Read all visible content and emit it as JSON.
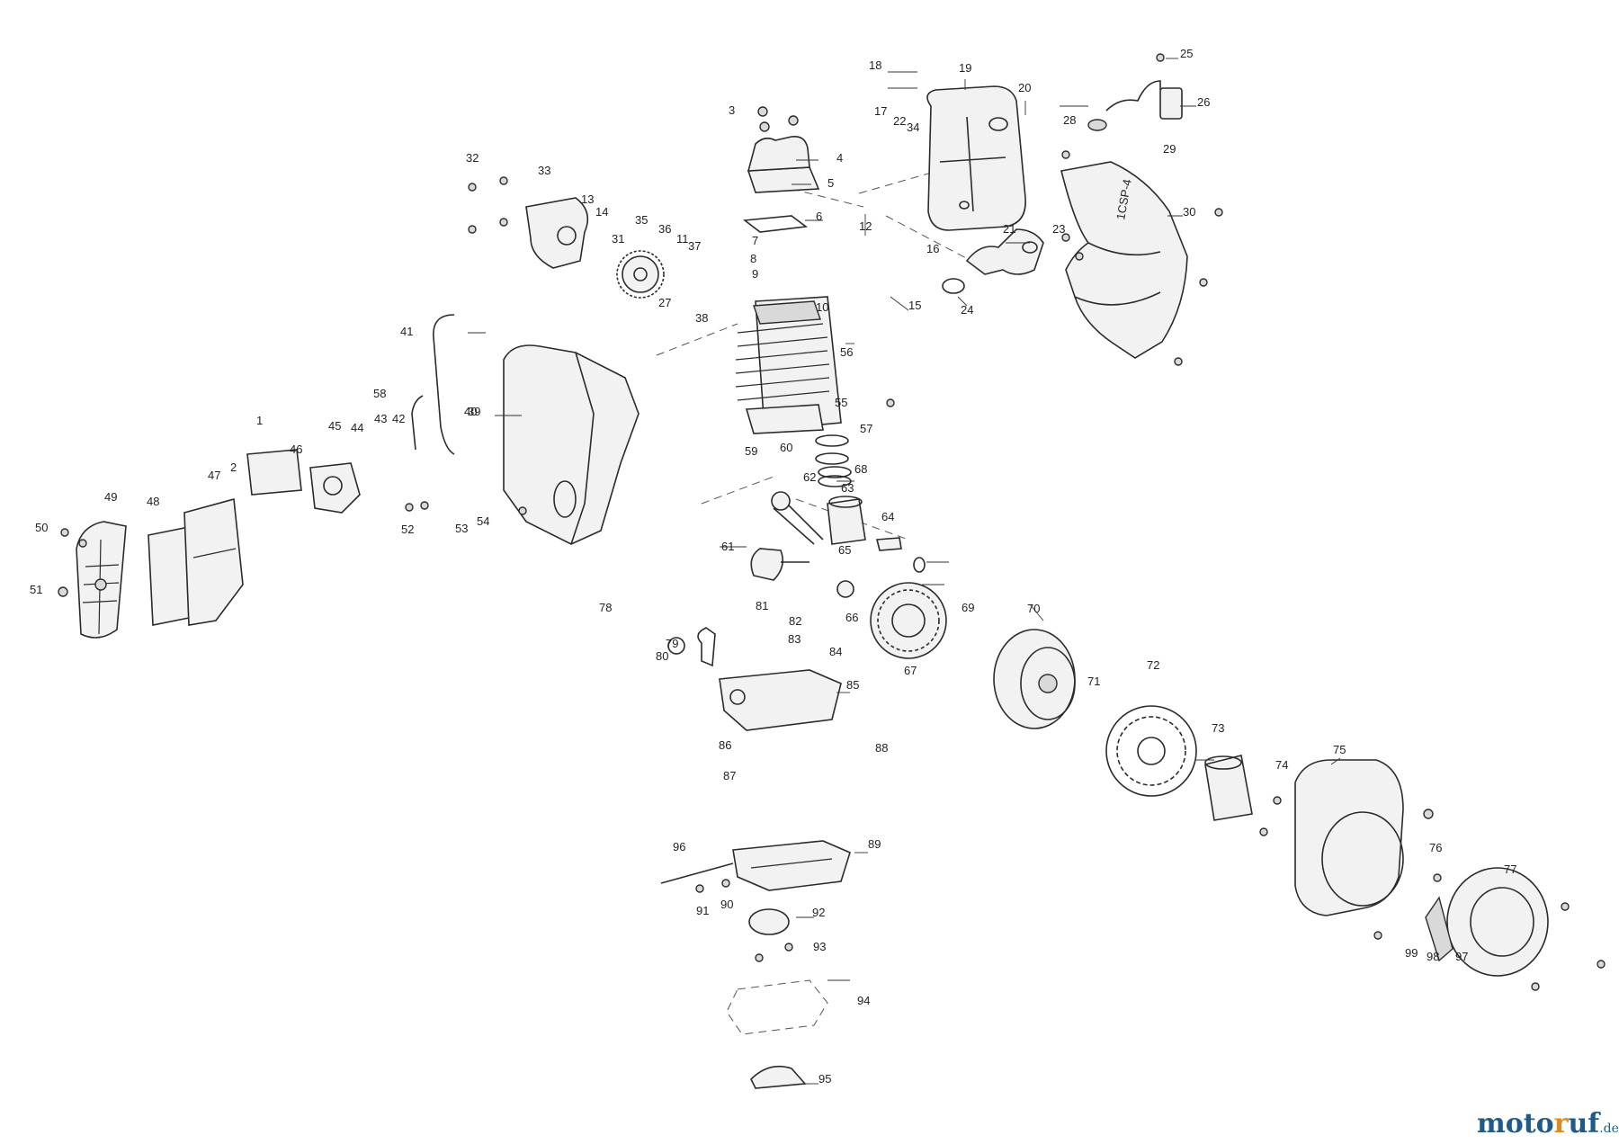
{
  "diagram": {
    "callouts": [
      "1",
      "2",
      "3",
      "4",
      "5",
      "6",
      "7",
      "8",
      "9",
      "10",
      "11",
      "12",
      "13",
      "14",
      "15",
      "16",
      "17",
      "18",
      "19",
      "20",
      "21",
      "22",
      "23",
      "24",
      "25",
      "26",
      "27",
      "28",
      "29",
      "30",
      "31",
      "32",
      "33",
      "34",
      "35",
      "36",
      "37",
      "38",
      "39",
      "40",
      "41",
      "42",
      "43",
      "44",
      "45",
      "46",
      "47",
      "48",
      "49",
      "50",
      "51",
      "52",
      "53",
      "54",
      "55",
      "56",
      "57",
      "58",
      "59",
      "60",
      "61",
      "62",
      "63",
      "64",
      "65",
      "66",
      "67",
      "68",
      "69",
      "70",
      "71",
      "72",
      "73",
      "74",
      "75",
      "76",
      "77",
      "78",
      "79",
      "80",
      "81",
      "82",
      "83",
      "84",
      "85",
      "86",
      "87",
      "88",
      "89",
      "90",
      "91",
      "92",
      "93",
      "94",
      "95",
      "96",
      "97",
      "98",
      "99"
    ],
    "nameplate_text": "1CSP-4"
  },
  "watermark": {
    "part_a": "moto",
    "part_b": "r",
    "part_c": "uf",
    "tld": ".de"
  }
}
